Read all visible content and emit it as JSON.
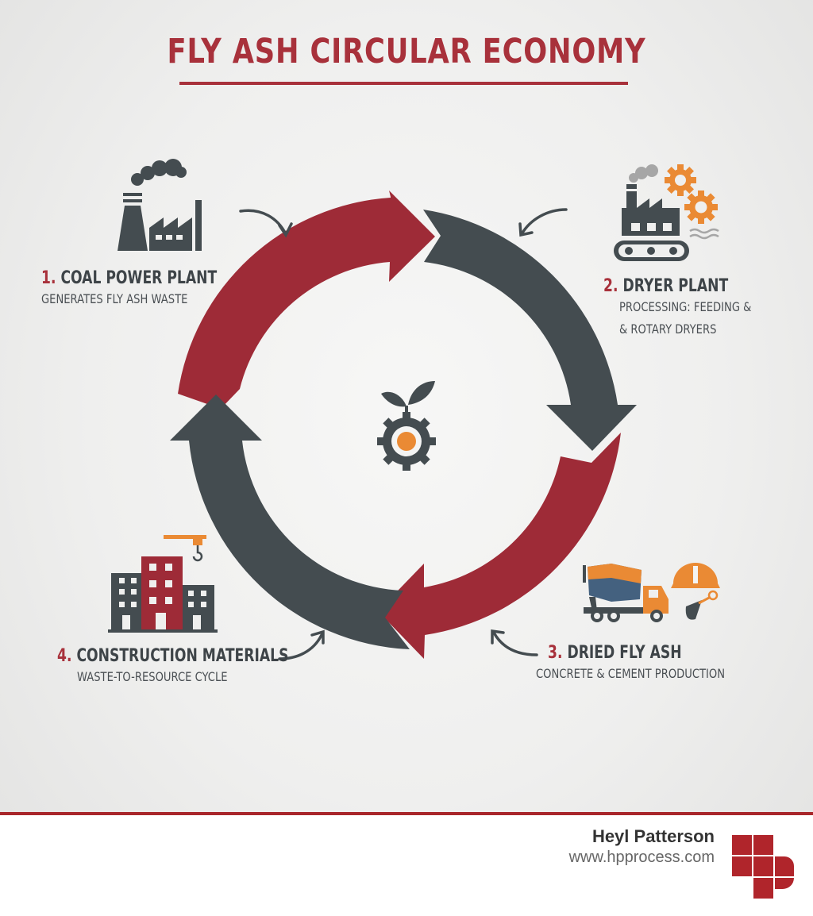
{
  "title": "FLY ASH CIRCULAR ECONOMY",
  "colors": {
    "accent_red": "#a8313b",
    "dark_gray": "#444c50",
    "orange": "#ea8a34",
    "blue": "#44617f",
    "light_gray": "#a6a6a6"
  },
  "center_icon": "gear-with-leaves-icon",
  "steps": [
    {
      "number": "1.",
      "title": "COAL POWER PLANT",
      "desc_lines": [
        "GENERATES FLY ASH WASTE"
      ],
      "icon": "power-plant-icon"
    },
    {
      "number": "2.",
      "title": "DRYER PLANT",
      "desc_lines": [
        "PROCESSING: FEEDING &",
        "& ROTARY DRYERS"
      ],
      "icon": "factory-gears-conveyor-icon"
    },
    {
      "number": "3.",
      "title": "DRIED FLY ASH",
      "desc_lines": [
        "CONCRETE & CEMENT PRODUCTION"
      ],
      "icon": "cement-truck-hardhat-trowel-icon"
    },
    {
      "number": "4.",
      "title": "CONSTRUCTION MATERIALS",
      "desc_lines": [
        "WASTE-TO-RESOURCE CYCLE"
      ],
      "icon": "buildings-crane-icon"
    }
  ],
  "cycle_arrows": [
    {
      "from": "step-4",
      "to": "step-2",
      "color": "red",
      "position": "top-left"
    },
    {
      "from": "step-1",
      "to": "step-3",
      "color": "dark-gray",
      "position": "top-right"
    },
    {
      "from": "step-2",
      "to": "step-4",
      "color": "red",
      "position": "bottom-right"
    },
    {
      "from": "step-3",
      "to": "step-1",
      "color": "dark-gray",
      "position": "bottom-left"
    }
  ],
  "footer": {
    "brand_name": "Heyl Patterson",
    "url": "www.hpprocess.com"
  }
}
